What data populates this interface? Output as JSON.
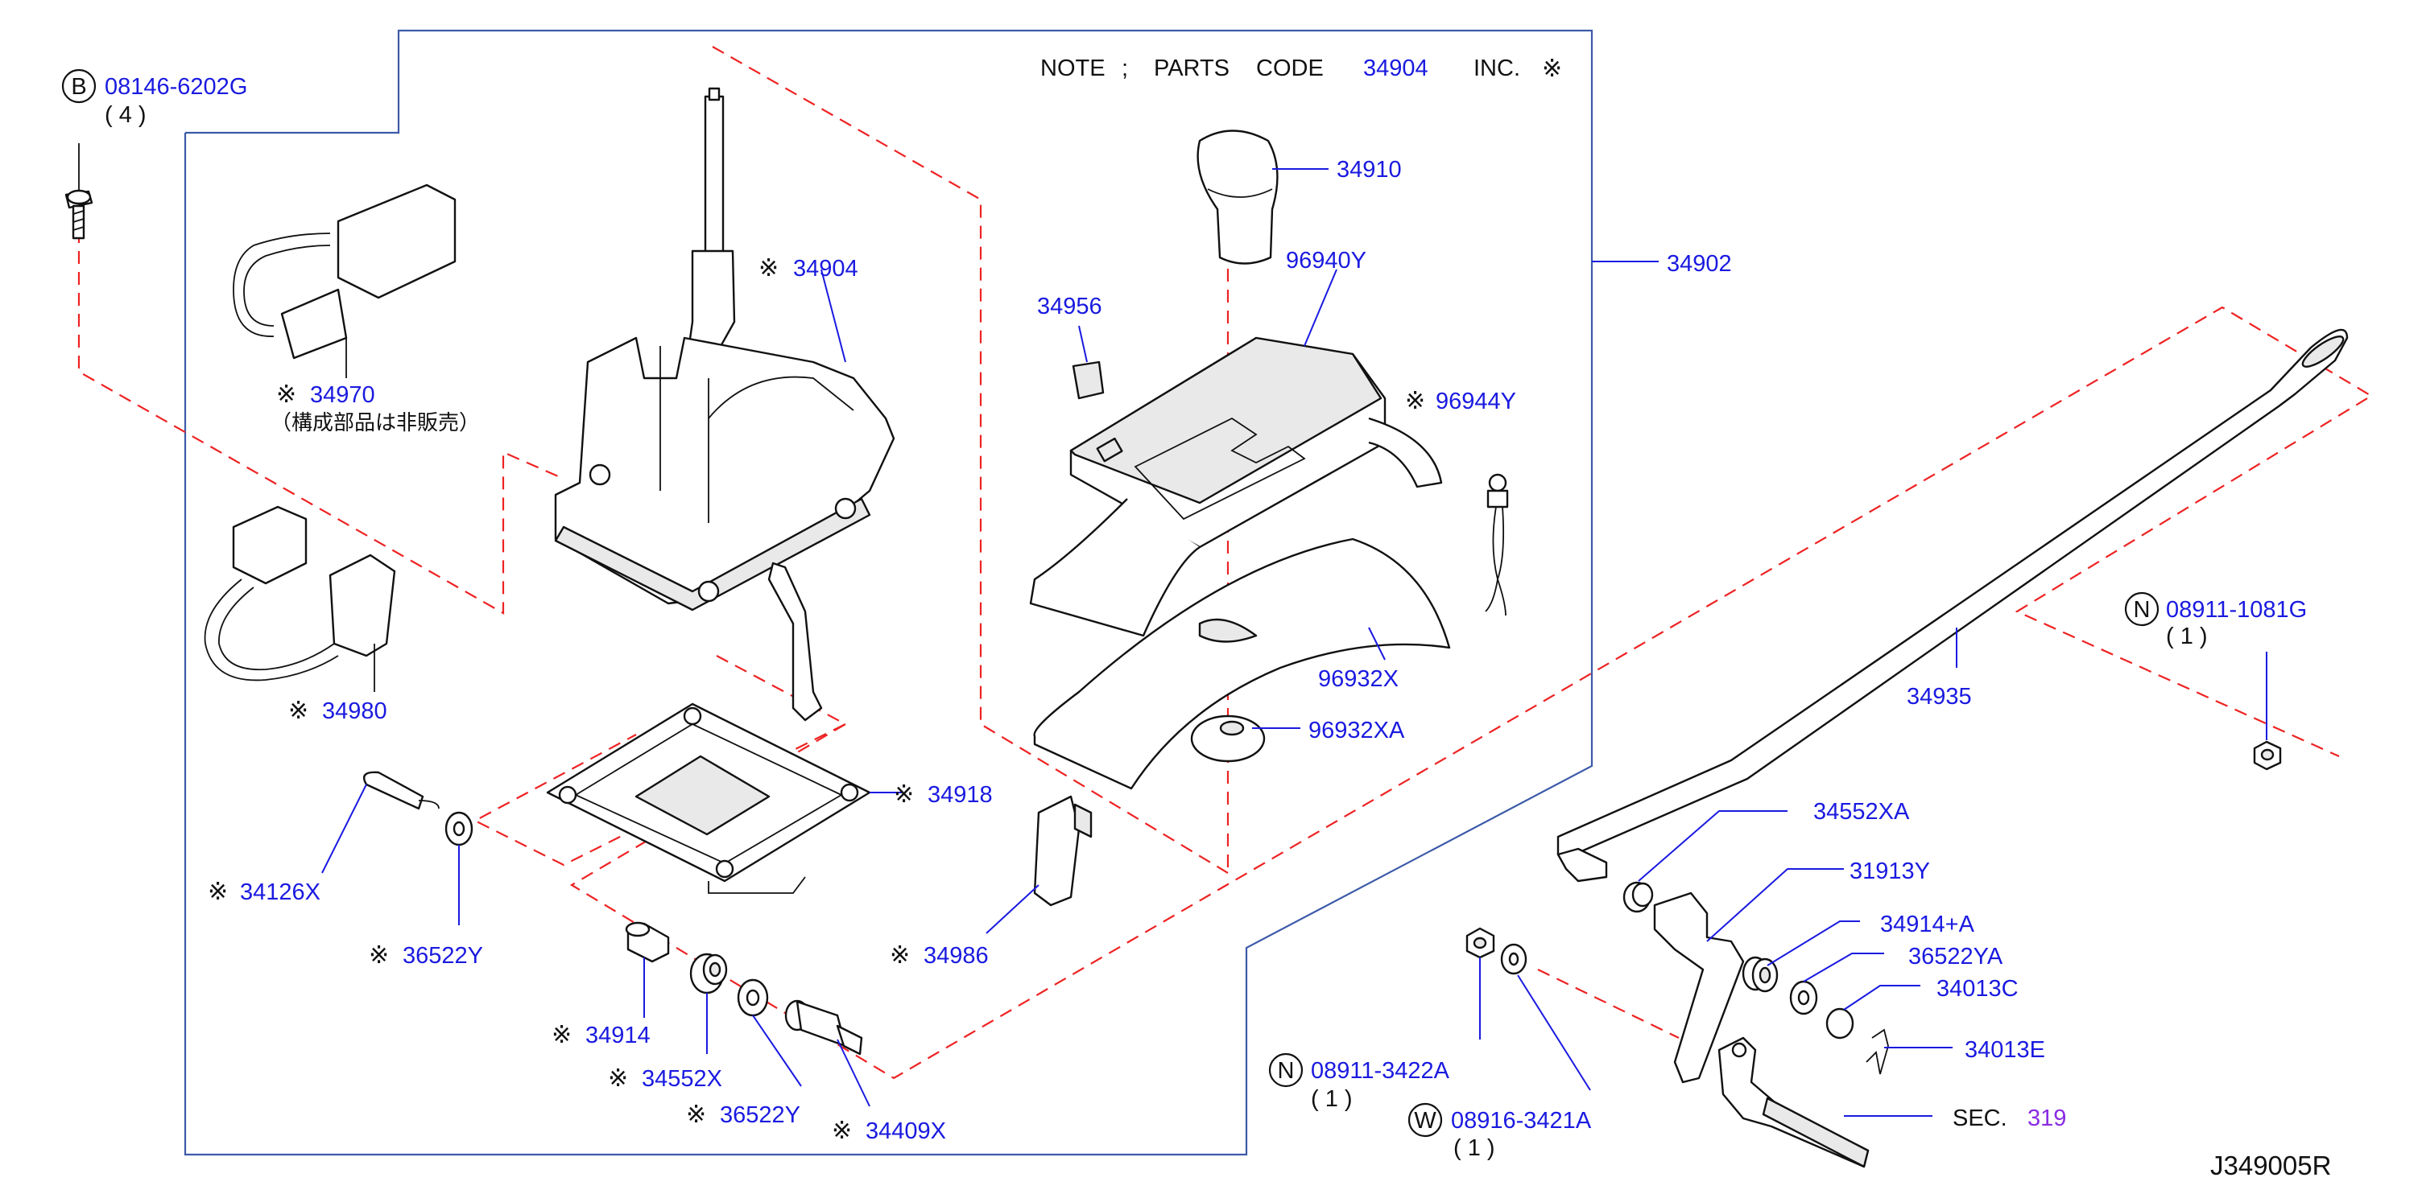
{
  "diagram_id": "J349005R",
  "note": {
    "prefix": "NOTE",
    "sep": ";",
    "parts": "PARTS",
    "code": "CODE",
    "code_number": "34904",
    "inc": "INC.",
    "symbol": "※"
  },
  "symbols": {
    "asterisk": "※",
    "bolt_letter": "B",
    "nut_letter": "N",
    "washer_letter": "W"
  },
  "labels": {
    "p08146_6202G": "08146-6202G",
    "q4": "( 4 )",
    "p34904": "34904",
    "p34902": "34902",
    "p34910": "34910",
    "p96940Y": "96940Y",
    "p34956": "34956",
    "p96944Y": "96944Y",
    "p34970": "34970",
    "jp_note": "（構成部品は非販売）",
    "p34980": "34980",
    "p96932X": "96932X",
    "p96932XA": "96932XA",
    "p34918": "34918",
    "p34126X": "34126X",
    "p36522Y_top": "36522Y",
    "p34986": "34986",
    "p34914": "34914",
    "p34552X": "34552X",
    "p36522Y": "36522Y",
    "p34409X": "34409X",
    "p34935": "34935",
    "p08911_1081G": "08911-1081G",
    "q1_a": "(  1  )",
    "p34552XA": "34552XA",
    "p31913Y": "31913Y",
    "p34914A": "34914+A",
    "p36522YA": "36522YA",
    "p34013C": "34013C",
    "p34013E": "34013E",
    "p08911_3422A": "08911-3422A",
    "q1_b": "( 1  )",
    "p08916_3421A": "08916-3421A",
    "q1_c": "( 1  )",
    "sec": "SEC.",
    "sec_num": "319"
  },
  "colors": {
    "part_number": "#1a1ae0",
    "section_ref": "#8a2be2",
    "dashed_line": "#ee2222",
    "frame": "#3c5aa8"
  }
}
